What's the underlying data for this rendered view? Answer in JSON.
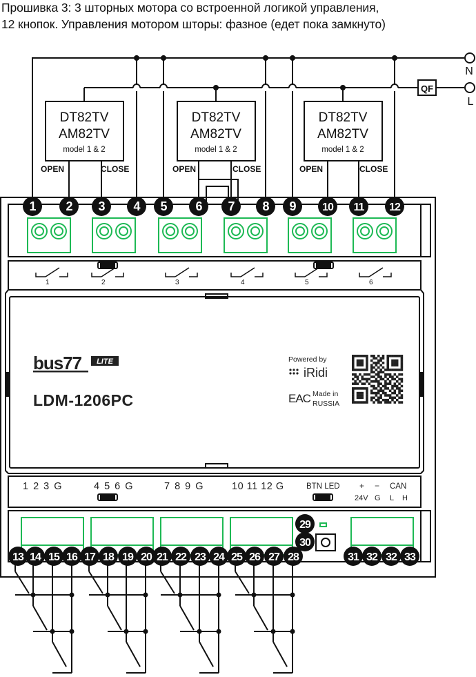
{
  "header": {
    "line1": "Прошивка 3: 3 шторных мотора со встроенной логикой управления,",
    "line2": "12 кнопок. Управления мотором шторы: фазное (едет пока замкнуто)"
  },
  "supply": {
    "neutral_label": "N",
    "line_label": "L",
    "breaker_label": "QF"
  },
  "motors": [
    {
      "line1": "DT82TV",
      "line2": "AM82TV",
      "model": "model 1 & 2",
      "open_label": "OPEN",
      "close_label": "CLOSE"
    },
    {
      "line1": "DT82TV",
      "line2": "AM82TV",
      "model": "model 1 & 2",
      "open_label": "OPEN",
      "close_label": "CLOSE"
    },
    {
      "line1": "DT82TV",
      "line2": "AM82TV",
      "model": "model 1 & 2",
      "open_label": "OPEN",
      "close_label": "CLOSE"
    }
  ],
  "top_terminals": [
    "1",
    "2",
    "3",
    "4",
    "5",
    "6",
    "7",
    "8",
    "9",
    "10",
    "11",
    "12"
  ],
  "relay_labels": [
    "1",
    "2",
    "3",
    "4",
    "5",
    "6"
  ],
  "device": {
    "brand": "bus77",
    "brand_badge": "LITE",
    "model": "LDM-1206PC",
    "powered_by": "Powered by",
    "iridi": "iRidi",
    "eac": "EAC",
    "made_in_1": "Made in",
    "made_in_2": "RUSSIA"
  },
  "input_labels": {
    "g1": "1 2 3  G",
    "g2": "4 5 6  G",
    "g3": "7 8 9  G",
    "g4": "10 11 12 G",
    "btn_led": "BTN LED",
    "plus": "+",
    "minus": "−",
    "can": "CAN",
    "v24": "24V",
    "g": "G",
    "l": "L",
    "h": "H"
  },
  "bottom_terminals": [
    "13",
    "14",
    "15",
    "16",
    "17",
    "18",
    "19",
    "20",
    "21",
    "22",
    "23",
    "24",
    "25",
    "26",
    "27",
    "28",
    "31",
    "32",
    "32",
    "33"
  ],
  "side_terminals": [
    "29",
    "30"
  ]
}
